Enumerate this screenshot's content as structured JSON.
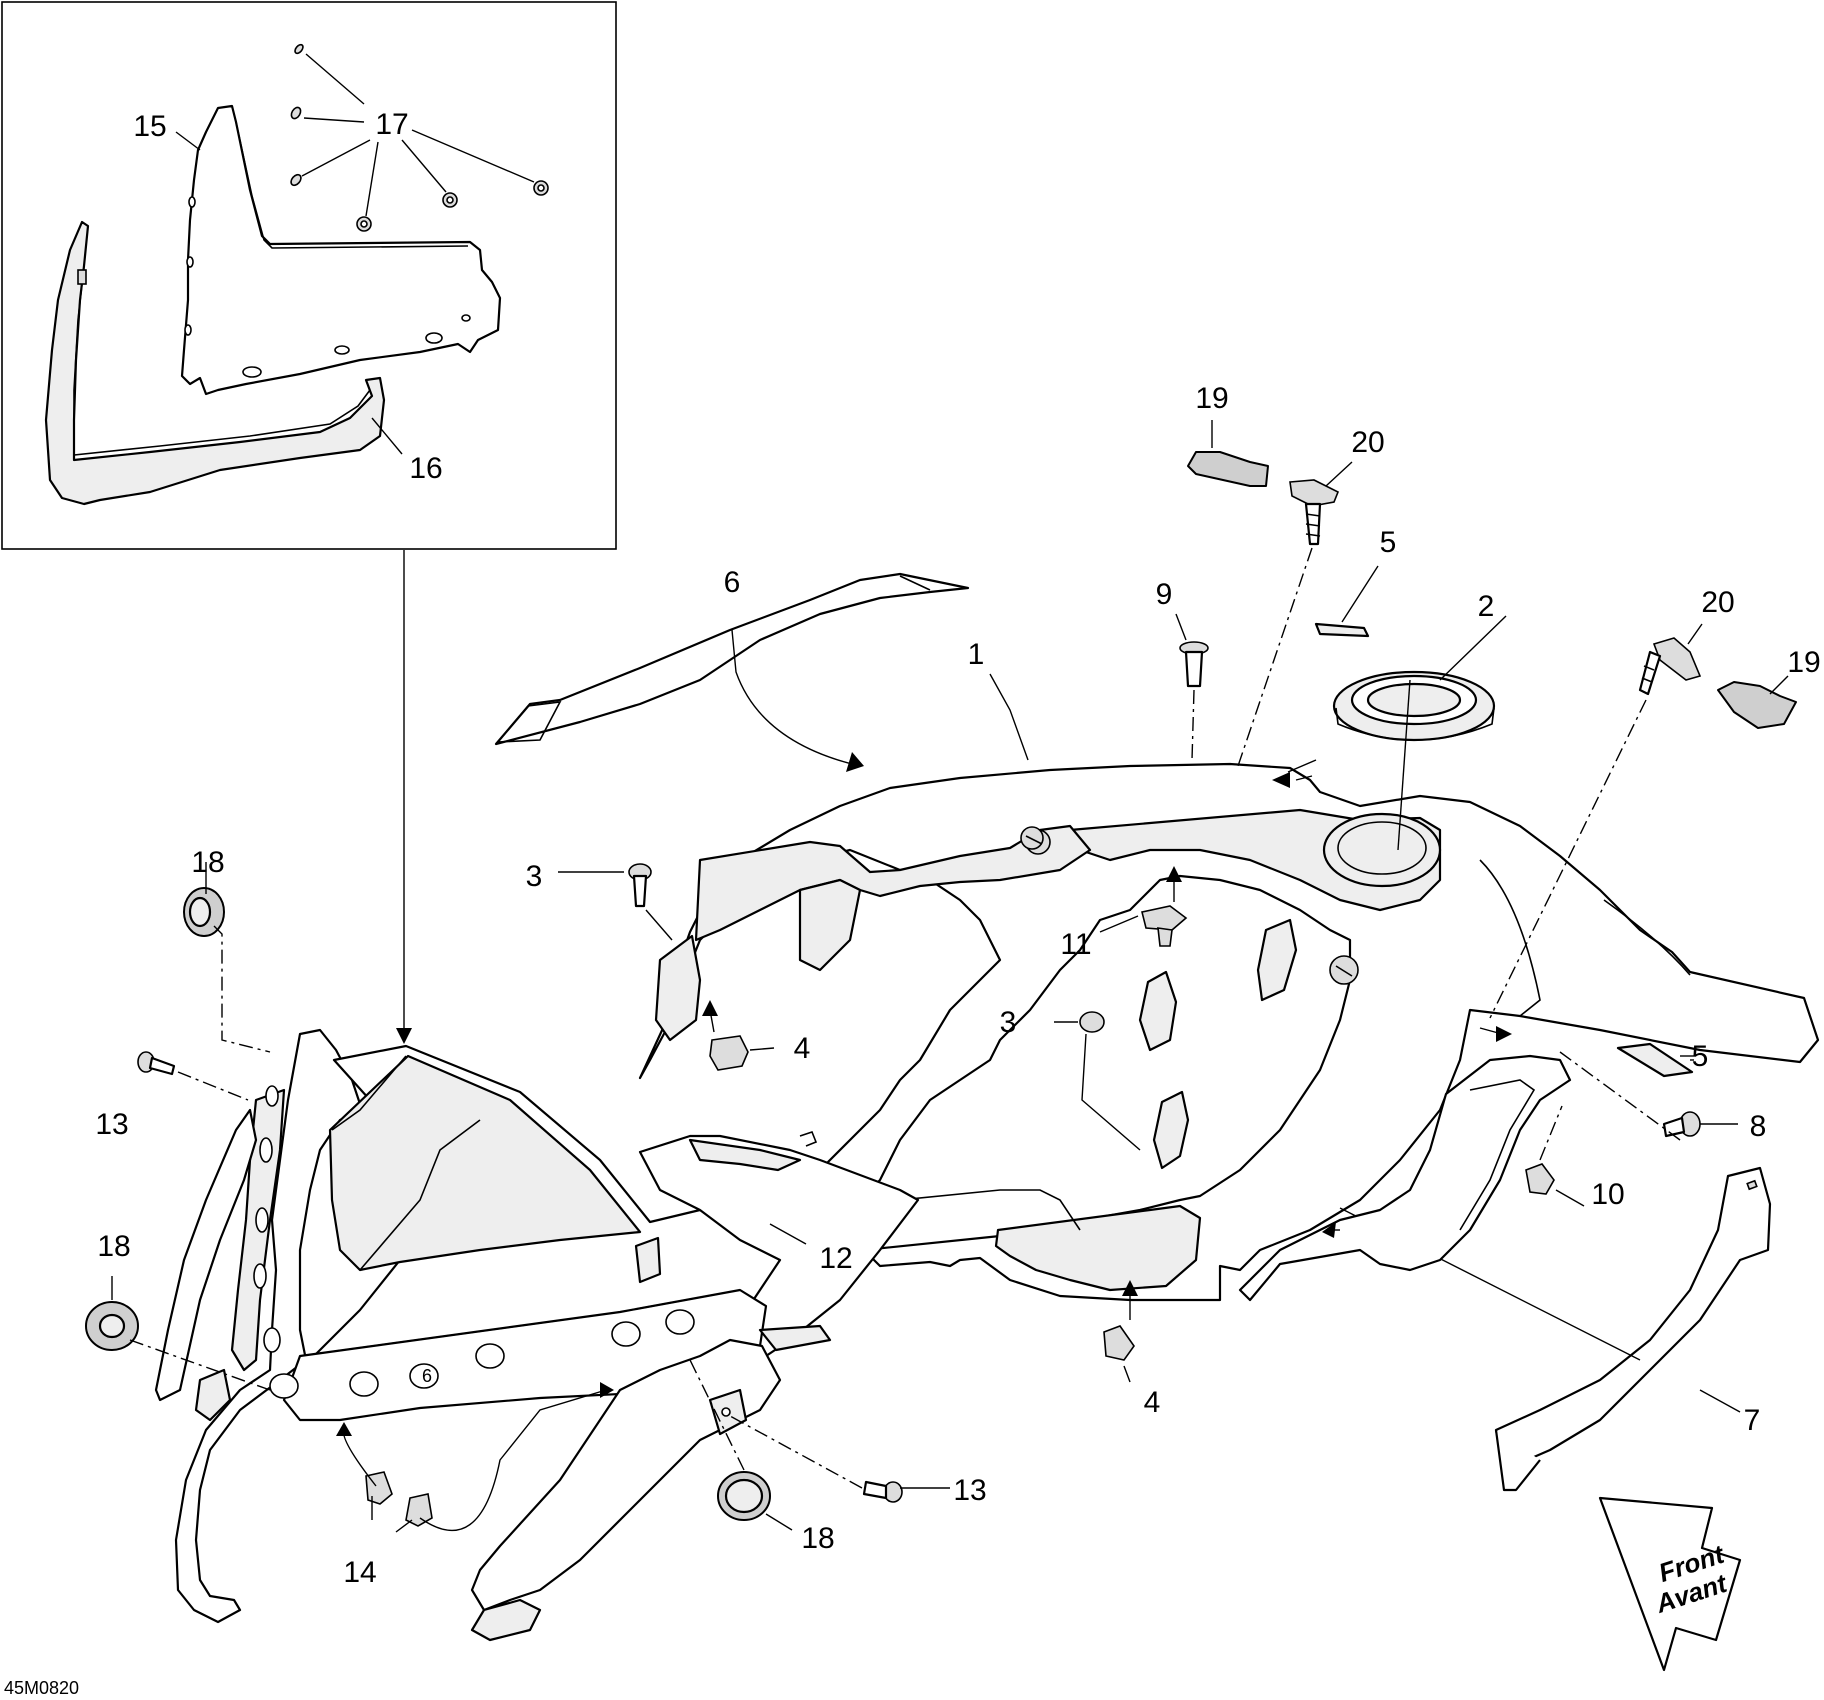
{
  "diagram": {
    "reference_code": "45M0820",
    "direction_arrow": {
      "line1": "Front",
      "line2": "Avant"
    },
    "callouts": [
      {
        "id": "c1",
        "label": "1"
      },
      {
        "id": "c2",
        "label": "2"
      },
      {
        "id": "c3a",
        "label": "3"
      },
      {
        "id": "c3b",
        "label": "3"
      },
      {
        "id": "c4a",
        "label": "4"
      },
      {
        "id": "c4b",
        "label": "4"
      },
      {
        "id": "c5a",
        "label": "5"
      },
      {
        "id": "c5b",
        "label": "5"
      },
      {
        "id": "c6",
        "label": "6"
      },
      {
        "id": "c7",
        "label": "7"
      },
      {
        "id": "c8",
        "label": "8"
      },
      {
        "id": "c9",
        "label": "9"
      },
      {
        "id": "c10",
        "label": "10"
      },
      {
        "id": "c11",
        "label": "11"
      },
      {
        "id": "c12",
        "label": "12"
      },
      {
        "id": "c13a",
        "label": "13"
      },
      {
        "id": "c13b",
        "label": "13"
      },
      {
        "id": "c14",
        "label": "14"
      },
      {
        "id": "c15",
        "label": "15"
      },
      {
        "id": "c16",
        "label": "16"
      },
      {
        "id": "c17",
        "label": "17"
      },
      {
        "id": "c18a",
        "label": "18"
      },
      {
        "id": "c18b",
        "label": "18"
      },
      {
        "id": "c18c",
        "label": "18"
      },
      {
        "id": "c19a",
        "label": "19"
      },
      {
        "id": "c19b",
        "label": "19"
      },
      {
        "id": "c20a",
        "label": "20"
      },
      {
        "id": "c20b",
        "label": "20"
      }
    ]
  }
}
